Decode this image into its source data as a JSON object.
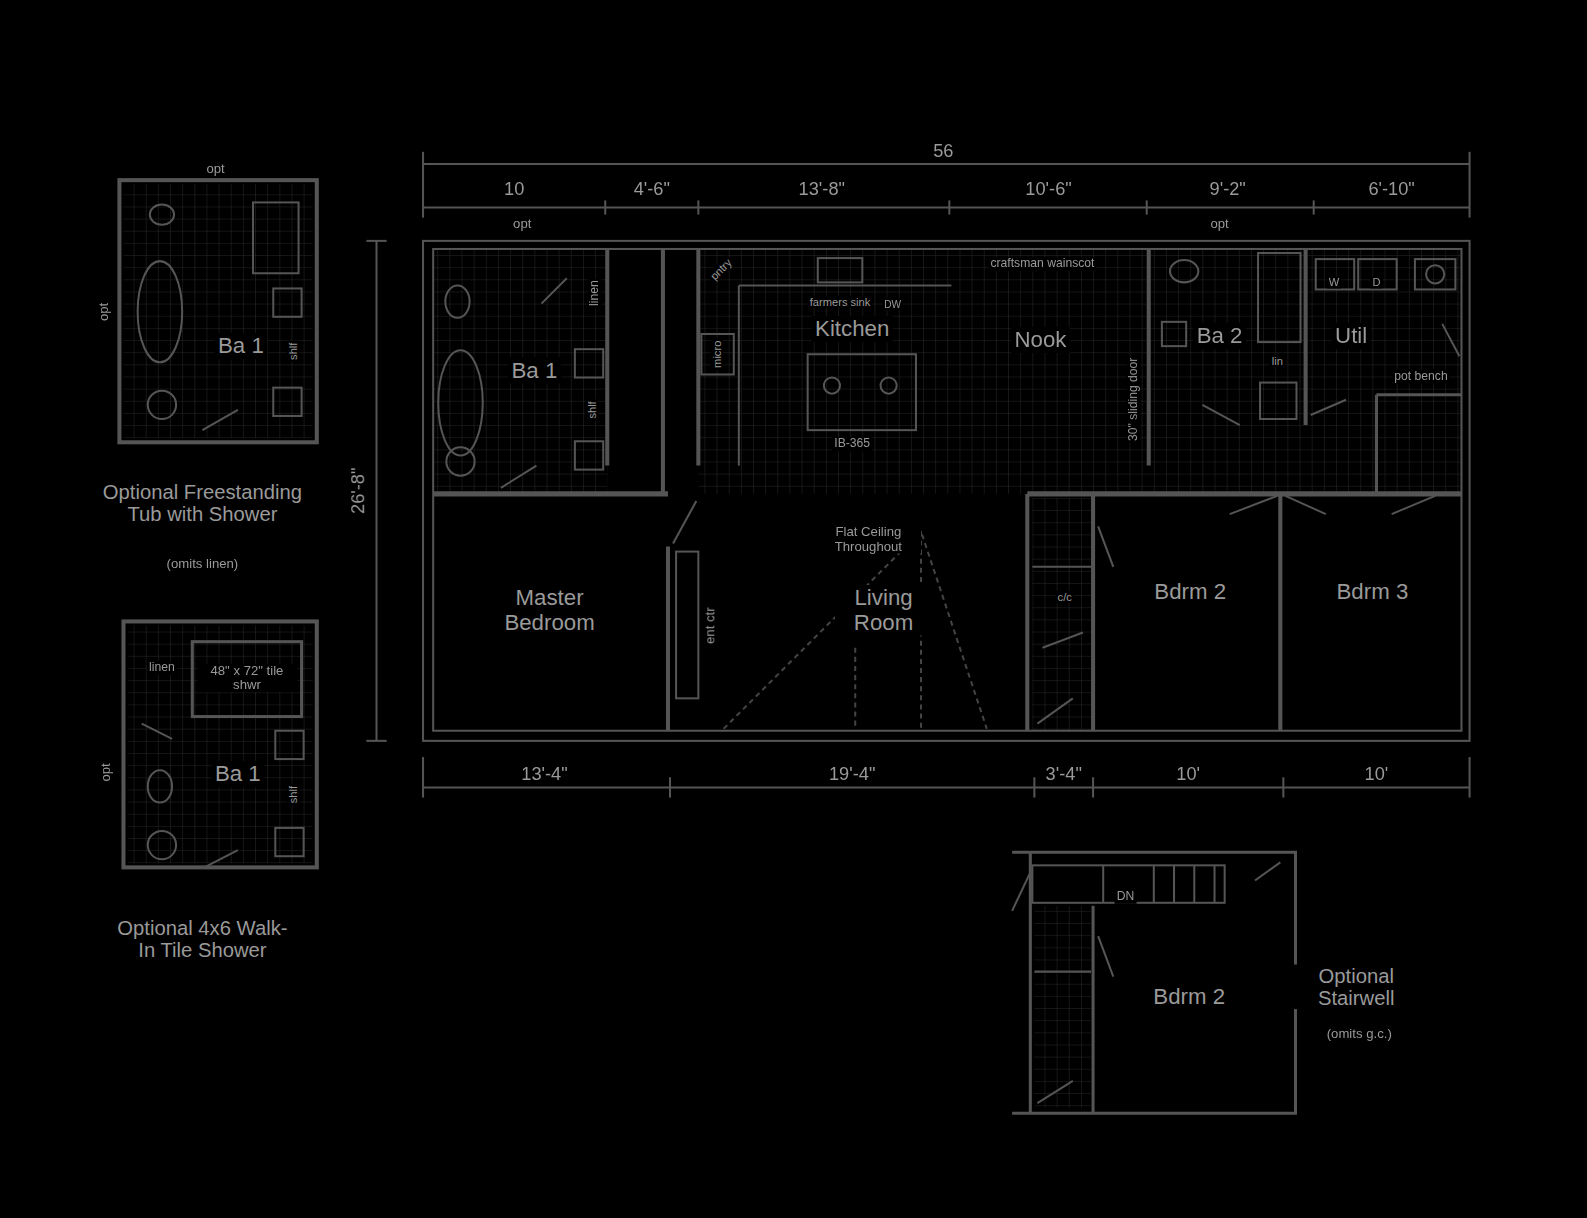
{
  "diagram": {
    "nodes": [
      {
        "text": [
          "Ba 1"
        ]
      },
      {
        "text": [
          "Kitchen"
        ]
      },
      {
        "text": [
          "Nook"
        ]
      },
      {
        "text": [
          "Ba 2"
        ]
      },
      {
        "text": [
          "Util"
        ]
      },
      {
        "text": [
          "Master Bedroom"
        ]
      },
      {
        "text": [
          "Living Room"
        ]
      },
      {
        "text": [
          "Bdrm 2"
        ]
      },
      {
        "text": [
          "Bdrm 3"
        ]
      },
      {
        "text": [
          "Ba 1"
        ]
      },
      {
        "text": [
          "Ba 1"
        ]
      },
      {
        "text": [
          "Bdrm 2"
        ]
      }
    ],
    "labels": [
      "56",
      "10",
      "4'-6\"",
      "13'-8\"",
      "10'-6\"",
      "9'-2\"",
      "6'-10\"",
      "26'-8\"",
      "13'-4\"",
      "19'-4\"",
      "3'-4\"",
      "10'",
      "10'",
      "opt",
      "opt",
      "linen",
      "shlf",
      "pntry",
      "micro",
      "farmers sink",
      "DW",
      "craftsman wainscot",
      "IB-365",
      "30\" sliding door",
      "lin",
      "W",
      "D",
      "pot bench",
      "Flat Ceiling Throughout",
      "ent ctr",
      "c/c",
      "opt",
      "opt",
      "shlf",
      "Optional Freestanding Tub with Shower",
      "(omits linen)",
      "linen",
      "48\" x 72\" tile shwr",
      "opt",
      "shlf",
      "Optional 4x6 Walk-In Tile Shower",
      "DN",
      "Optional Stairwell",
      "(omits g.c.)"
    ]
  }
}
